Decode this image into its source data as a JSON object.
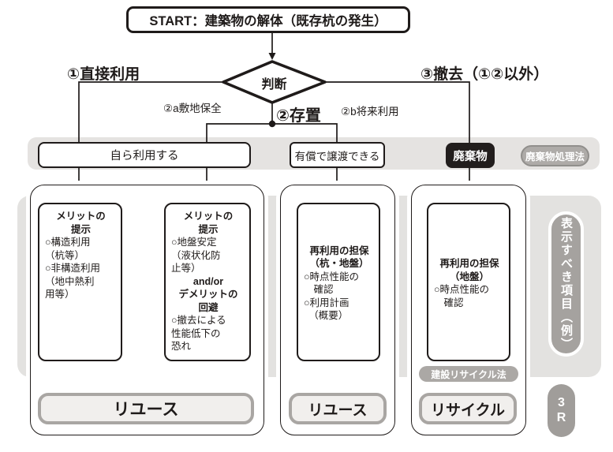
{
  "start": {
    "label": "START：建築物の解体（既存杭の発生）"
  },
  "decision": {
    "label": "判断"
  },
  "branch_labels": {
    "direct_use": "①直接利用",
    "removal": "③撤去（①②以外）",
    "preservation": "②存置",
    "site_keep": "②a敷地保全",
    "future_use": "②b将来利用"
  },
  "condition_band": {
    "self_use": "自ら利用する",
    "paid_transfer": "有償で譲渡できる",
    "waste": "廃棄物",
    "waste_law_badge": "廃棄物処理法"
  },
  "display_boxes": {
    "merit_direct": {
      "heading": [
        "メリットの",
        "提示"
      ],
      "body": [
        "○構造利用",
        "（杭等）",
        "○非構造利用",
        "（地中熱利",
        "用等）"
      ]
    },
    "merit_keep": {
      "heading": [
        "メリットの",
        "提示"
      ],
      "body1": [
        "○地盤安定",
        "（液状化防",
        "止等）"
      ],
      "connector": "and/or",
      "heading2": [
        "デメリットの",
        "回避"
      ],
      "body2": [
        "○撤去による",
        "性能低下の",
        "恐れ"
      ]
    },
    "reuse_guarantee_pile": {
      "heading": [
        "再利用の担保",
        "（杭・地盤）"
      ],
      "body": [
        "○時点性能の",
        "　確認",
        "○利用計画",
        "　（概要）"
      ]
    },
    "reuse_guarantee_ground": {
      "heading": [
        "再利用の担保",
        "（地盤）"
      ],
      "body": [
        "○時点性能の",
        "　確認"
      ]
    }
  },
  "outcomes": {
    "reuse_large": "リユース",
    "reuse_small": "リユース",
    "recycle": "リサイクル"
  },
  "badges": {
    "construction_recycle_law": "建設リサイクル法",
    "display_items": "表示すべき項目（例）",
    "three_r": [
      "3",
      "R"
    ]
  },
  "colors": {
    "line": "#1f1b1a",
    "band_gray": "#e5e3e1",
    "pill_gray": "#aeaba8",
    "waste_black": "#221e1d",
    "outcome_border": "#a9a6a3"
  }
}
